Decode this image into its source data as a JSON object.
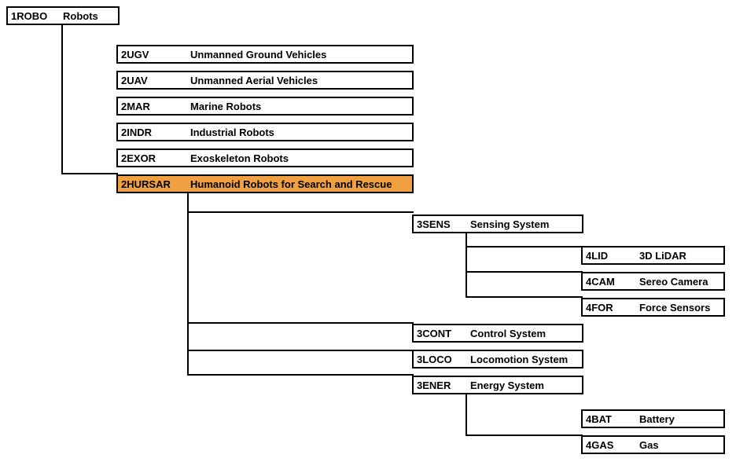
{
  "highlight_color": "#f0a040",
  "nodes": [
    {
      "id": "1ROBO",
      "code": "1ROBO",
      "label": "Robots"
    },
    {
      "id": "2UGV",
      "code": "2UGV",
      "label": "Unmanned Ground Vehicles"
    },
    {
      "id": "2UAV",
      "code": "2UAV",
      "label": "Unmanned Aerial Vehicles"
    },
    {
      "id": "2MAR",
      "code": "2MAR",
      "label": "Marine Robots"
    },
    {
      "id": "2INDR",
      "code": "2INDR",
      "label": "Industrial Robots"
    },
    {
      "id": "2EXOR",
      "code": "2EXOR",
      "label": "Exoskeleton Robots"
    },
    {
      "id": "2HURSAR",
      "code": "2HURSAR",
      "label": "Humanoid Robots for Search and Rescue",
      "highlighted": true
    },
    {
      "id": "3SENS",
      "code": "3SENS",
      "label": "Sensing System"
    },
    {
      "id": "4LID",
      "code": "4LID",
      "label": "3D LiDAR"
    },
    {
      "id": "4CAM",
      "code": "4CAM",
      "label": "Sereo Camera"
    },
    {
      "id": "4FOR",
      "code": "4FOR",
      "label": "Force Sensors"
    },
    {
      "id": "3CONT",
      "code": "3CONT",
      "label": "Control System"
    },
    {
      "id": "3LOCO",
      "code": "3LOCO",
      "label": "Locomotion System"
    },
    {
      "id": "3ENER",
      "code": "3ENER",
      "label": "Energy System"
    },
    {
      "id": "4BAT",
      "code": "4BAT",
      "label": "Battery"
    },
    {
      "id": "4GAS",
      "code": "4GAS",
      "label": "Gas"
    }
  ]
}
